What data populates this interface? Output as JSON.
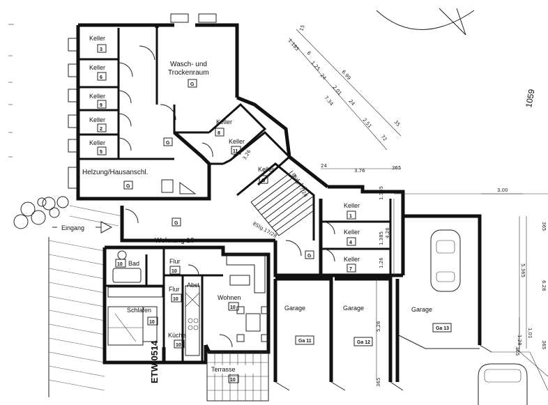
{
  "rooms": {
    "keller_3": "Keller",
    "keller_3_no": "3",
    "keller_6": "Keller",
    "keller_6_no": "6",
    "keller_9": "Keller",
    "keller_9_no": "9",
    "keller_2": "Keller",
    "keller_2_no": "2",
    "keller_5": "Keller",
    "keller_5_no": "5",
    "wasch_line1": "Wasch-  und",
    "wasch_line2": "Trockenraum",
    "keller_8": "Keller",
    "keller_8_no": "8",
    "keller_11": "Keller",
    "keller_11_no": "11",
    "keller_g": "Keller",
    "heizung": "Helzung/Hausanschl.",
    "keller_1": "Keller",
    "keller_1_no": "1",
    "keller_4": "Keller",
    "keller_4_no": "4",
    "keller_7": "Keller",
    "keller_7_no": "7",
    "eingang": "Eingang",
    "wohnung": "Wohnung  10",
    "bad": "Bad",
    "flur1": "Flur",
    "flur2": "Flur",
    "abst": "Abst",
    "wohnen": "Wohnen",
    "schlafen": "Schlafen",
    "kueche": "Küche",
    "terrasse": "Terrasse",
    "garage1": "Garage",
    "garage1_code": "Ga 11",
    "garage2": "Garage",
    "garage2_code": "Ga 12",
    "garage3": "Garage",
    "garage3_code": "Ga 13",
    "etw": "ETW 0514",
    "code_g": "G",
    "code_10": "10"
  },
  "dimensions": {
    "d15": "15",
    "d1185": "1.185",
    "d6": "6",
    "d125": "1.25",
    "d24a": "24",
    "d699": "6.99",
    "d201": "2.01",
    "d24b": "24",
    "d734": "7.34",
    "d251": "2.51",
    "d35": "35",
    "d72": "72",
    "d326": "3.26",
    "d24c": "24",
    "d376": "3.76",
    "d365a": "365",
    "d300": "3.00",
    "d365b": "365",
    "d5365": "5.365",
    "d626": "6.26",
    "d1385": "1.385",
    "d426": "4.26",
    "d1385b": "1.385",
    "d126": "1.26",
    "d526": "5.26",
    "d365c": "365",
    "d128": "1.28",
    "d101": "1.01",
    "d365d": "365",
    "d365e": "365",
    "stair1": "8Stg.17/28",
    "stair2": "8Stg.17/28",
    "sidemark": "1059"
  }
}
